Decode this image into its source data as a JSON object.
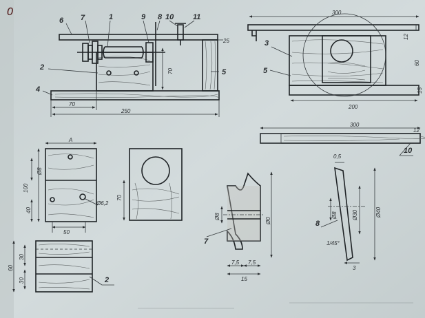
{
  "sheet": {
    "corner_mark": "0",
    "colors": {
      "paper": "#cfd8d9",
      "ink": "#22272a",
      "corner_mark": "#b6322c",
      "wood": "#c8c7c0",
      "hatch": "#9a9894"
    }
  },
  "assembly_front": {
    "callouts": [
      "6",
      "7",
      "1",
      "9",
      "8",
      "10",
      "11",
      "2",
      "4",
      "5"
    ],
    "dims": {
      "base_offset": "70",
      "base_length": "250",
      "post_height": "70",
      "top": "25"
    }
  },
  "assembly_side": {
    "callouts": [
      "3",
      "5"
    ],
    "dims": {
      "arm_length": "300",
      "base_width": "200",
      "height_a": "12",
      "height_b": "60",
      "height_c": "15"
    }
  },
  "part10": {
    "callout": "10",
    "dims": {
      "length": "300",
      "thickness": "12"
    }
  },
  "part1": {
    "dims": {
      "width": "A",
      "hole_top": "Ø8",
      "height": "100",
      "hole_low": "40",
      "bottom_width": "50",
      "shaft_hole": "Ø6,2"
    }
  },
  "part3": {
    "dims": {
      "height": "70"
    }
  },
  "part7": {
    "callout": "7",
    "dims": {
      "bore": "Ø8",
      "outer": "Ø0",
      "groove_a": "7,5",
      "groove_b": "7,5",
      "width": "15"
    }
  },
  "part8": {
    "callout": "8",
    "dims": {
      "edge": "0,5",
      "bore": "Ø8",
      "hub": "Ø30",
      "outer": "Ø40",
      "chamfer": "1/45°",
      "thickness": "3"
    }
  },
  "part2": {
    "callout": "2",
    "dims": {
      "height": "60",
      "strip_a": "30",
      "strip_b": "30"
    }
  }
}
